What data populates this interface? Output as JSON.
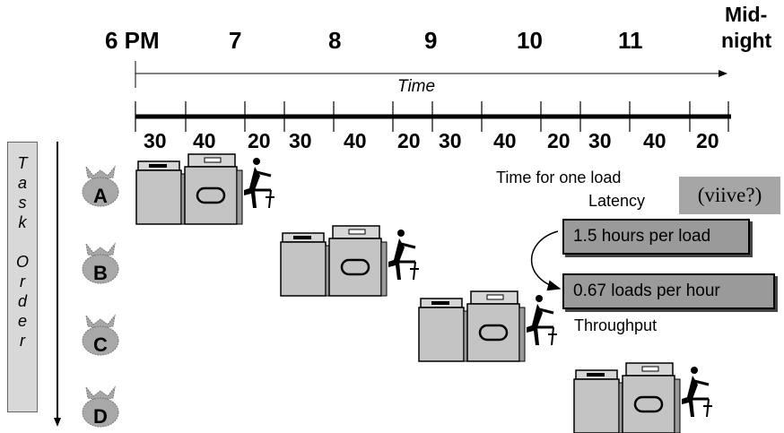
{
  "timeline": {
    "hours": [
      "6 PM",
      "7",
      "8",
      "9",
      "10",
      "11"
    ],
    "midnight": [
      "Mid-",
      "night"
    ],
    "axis_label": "Time",
    "segments": [
      "30",
      "40",
      "20",
      "30",
      "40",
      "20",
      "30",
      "40",
      "20",
      "30",
      "40",
      "20"
    ]
  },
  "task_order": [
    "T",
    "a",
    "s",
    "k",
    "",
    "O",
    "r",
    "d",
    "e",
    "r"
  ],
  "loads": [
    "A",
    "B",
    "C",
    "D"
  ],
  "labels": {
    "time_for_one_load": "Time for one load",
    "latency": "Latency",
    "throughput": "Throughput",
    "viive": "(viive?)"
  },
  "boxes": {
    "latency_value": "1.5 hours per load",
    "throughput_value": "0.67 loads per hour"
  },
  "colors": {
    "box_fill": "#9a9a9a",
    "machine_fill": "#c0c0c0",
    "bag_fill": "#a8a8a8"
  }
}
